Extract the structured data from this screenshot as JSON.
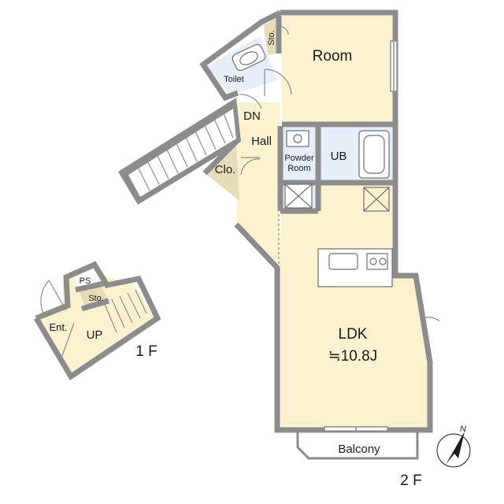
{
  "floors": {
    "first_floor_label": "1 F",
    "second_floor_label": "2 F"
  },
  "rooms": {
    "room": "Room",
    "storage_top": "Sto.",
    "toilet": "Toilet",
    "down_stairs": "DN",
    "hall": "Hall",
    "powder_room_line1": "Powder",
    "powder_room_line2": "Room",
    "unit_bath": "UB",
    "closet": "Clo.",
    "ldk": "LDK",
    "ldk_size": "≒10.8J",
    "balcony": "Balcony",
    "pipe_space": "PS",
    "storage_1f": "Sto.",
    "entrance": "Ent.",
    "up_stairs": "UP"
  },
  "compass": {
    "north_label": "N"
  },
  "colors": {
    "wall": "#8c8c8c",
    "floor": "#faf2cf",
    "wet_area": "#e6eef8",
    "storage": "#e6dcb8",
    "stairs_tread": "#ffffff",
    "line": "#6f6f6f"
  }
}
